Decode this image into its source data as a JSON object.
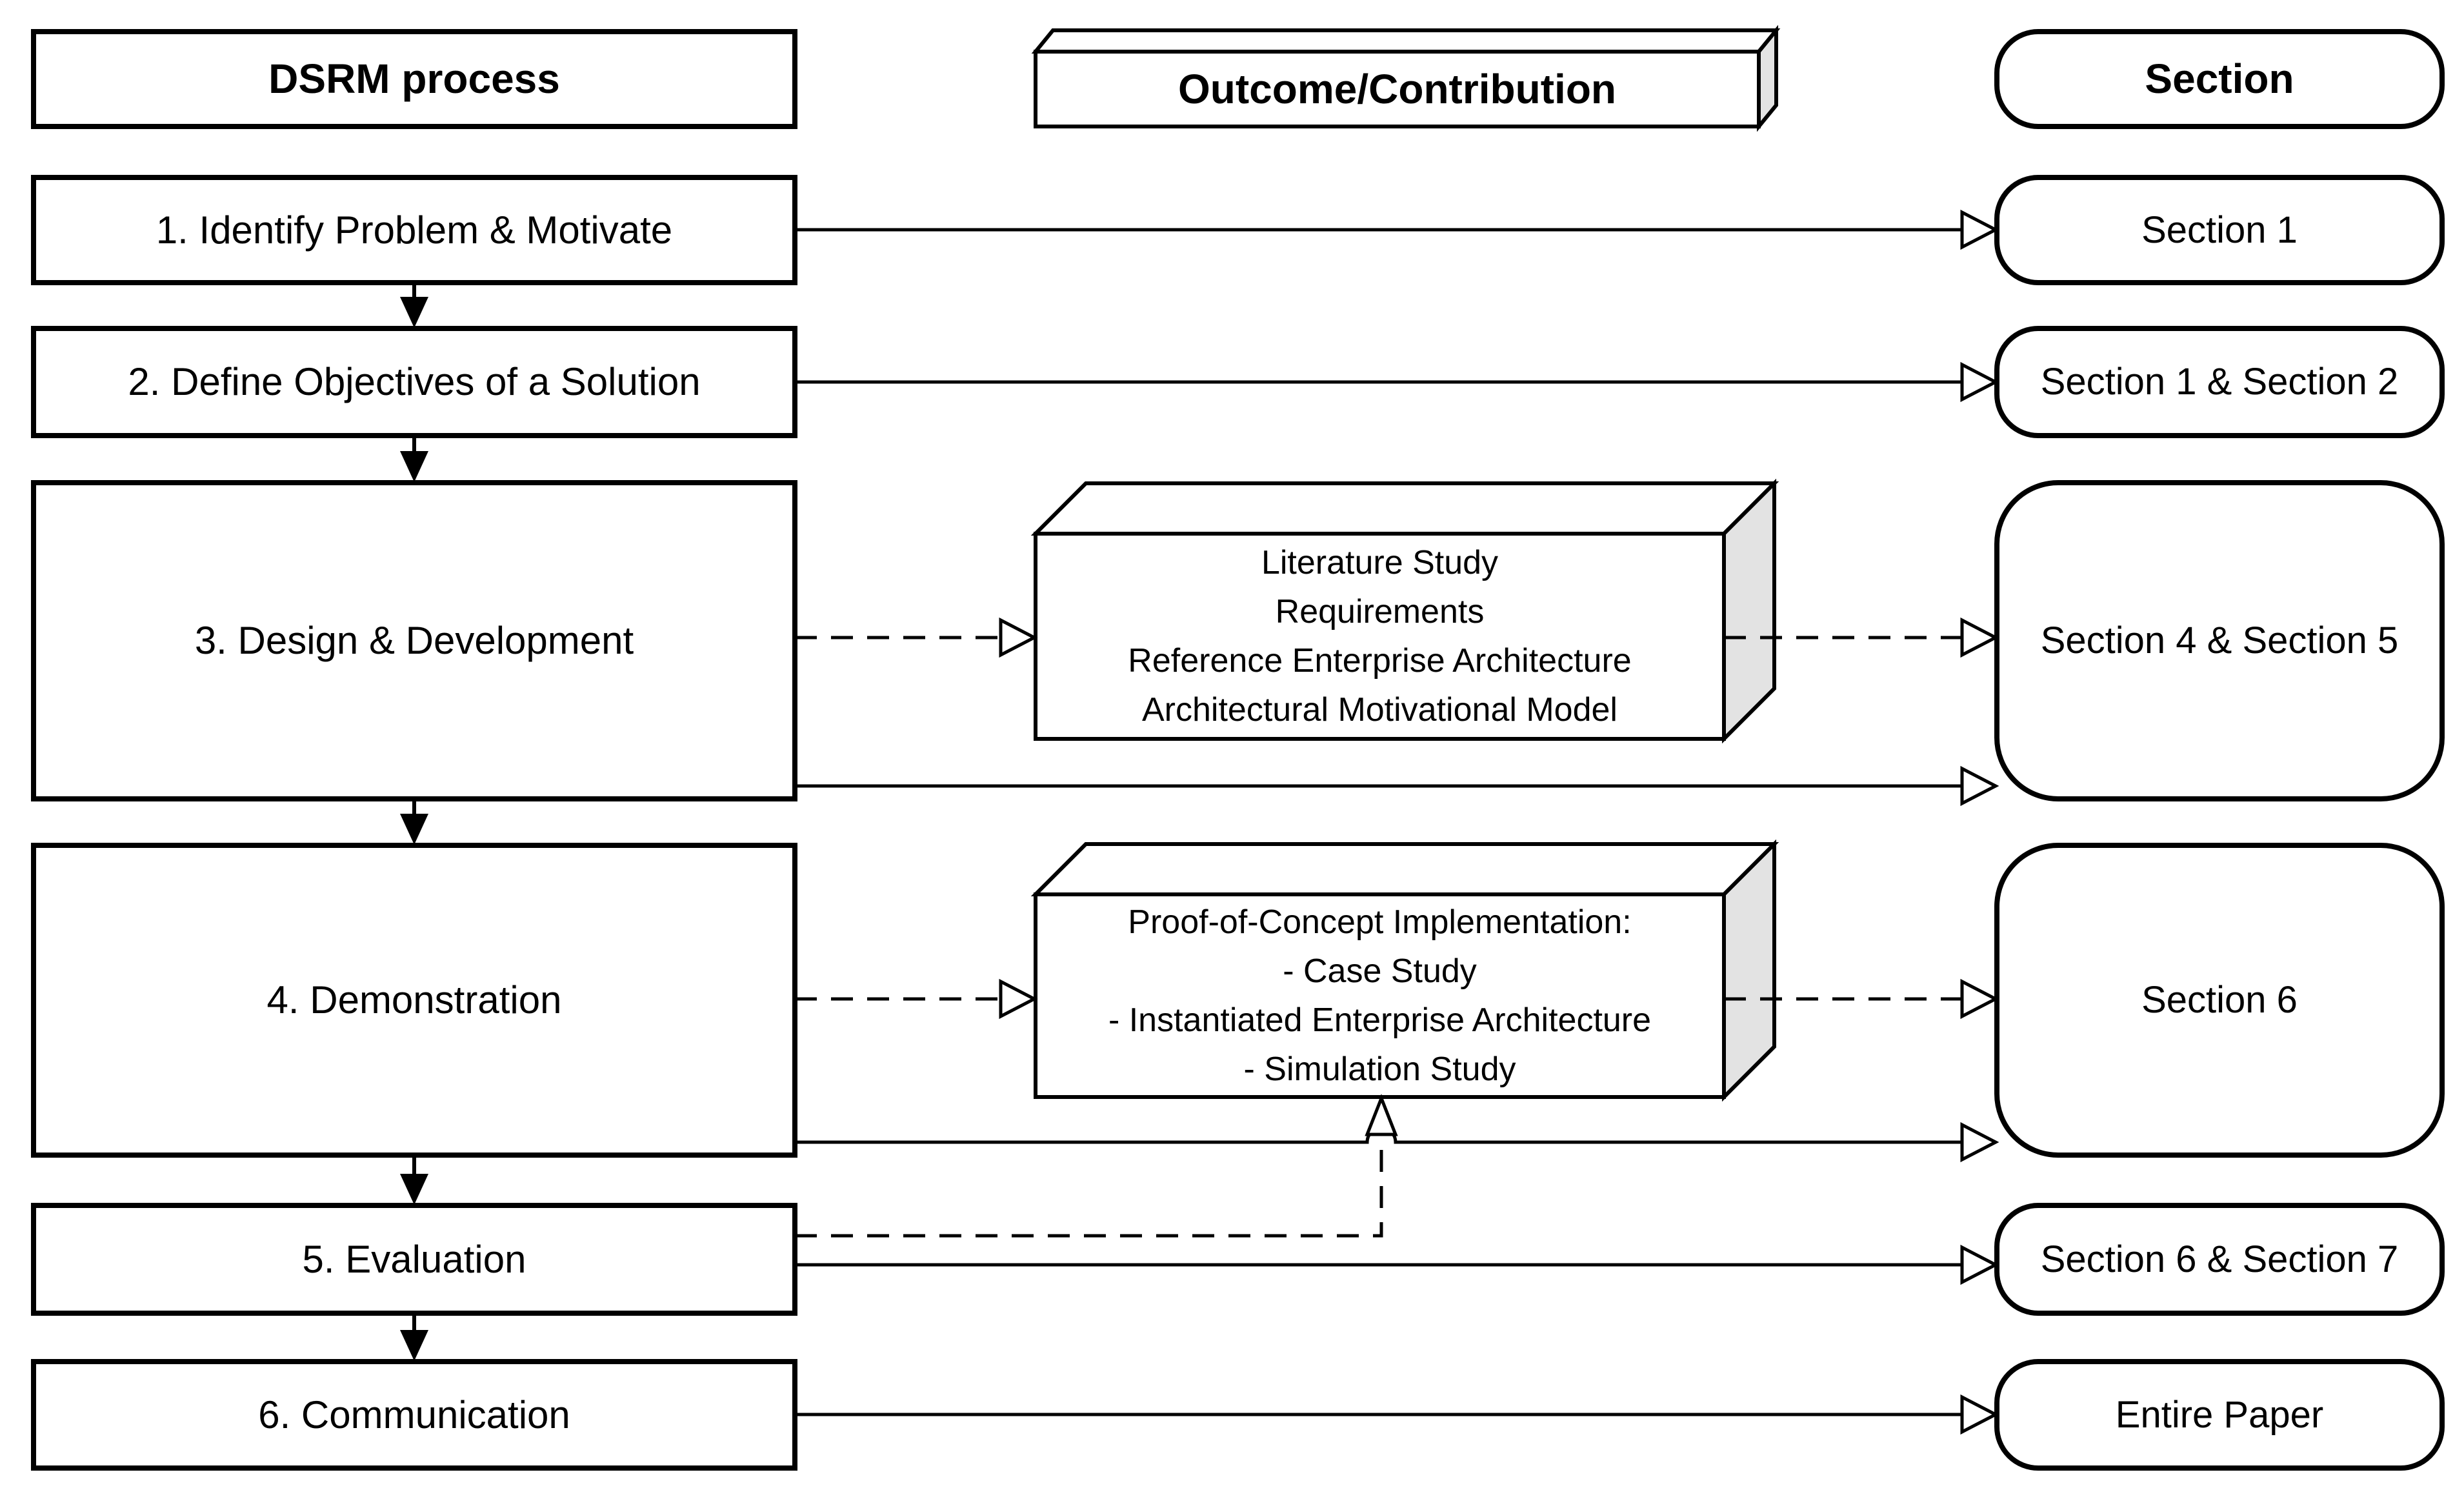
{
  "process": {
    "header": "DSRM process",
    "steps": [
      "1. Identify Problem & Motivate",
      "2. Define Objectives of a Solution",
      "3. Design & Development",
      "4. Demonstration",
      "5. Evaluation",
      "6. Communication"
    ]
  },
  "outcome": {
    "header": "Outcome/Contribution",
    "design_artifacts": [
      "Literature Study",
      "Requirements",
      "Reference Enterprise Architecture",
      "Architectural Motivational Model"
    ],
    "demonstration_artifacts": [
      "Proof-of-Concept Implementation:",
      "- Case Study",
      "- Instantiated Enterprise Architecture",
      "- Simulation Study"
    ]
  },
  "sections": {
    "header": "Section",
    "mapping": [
      "Section 1",
      "Section 1 & Section 2",
      "Section 4 & Section 5",
      "Section 6",
      "Section 6 & Section 7",
      "Entire Paper"
    ]
  },
  "colors": {
    "line": "#000000",
    "box_fill": "#ffffff",
    "side_face": "#e3e3e3"
  }
}
